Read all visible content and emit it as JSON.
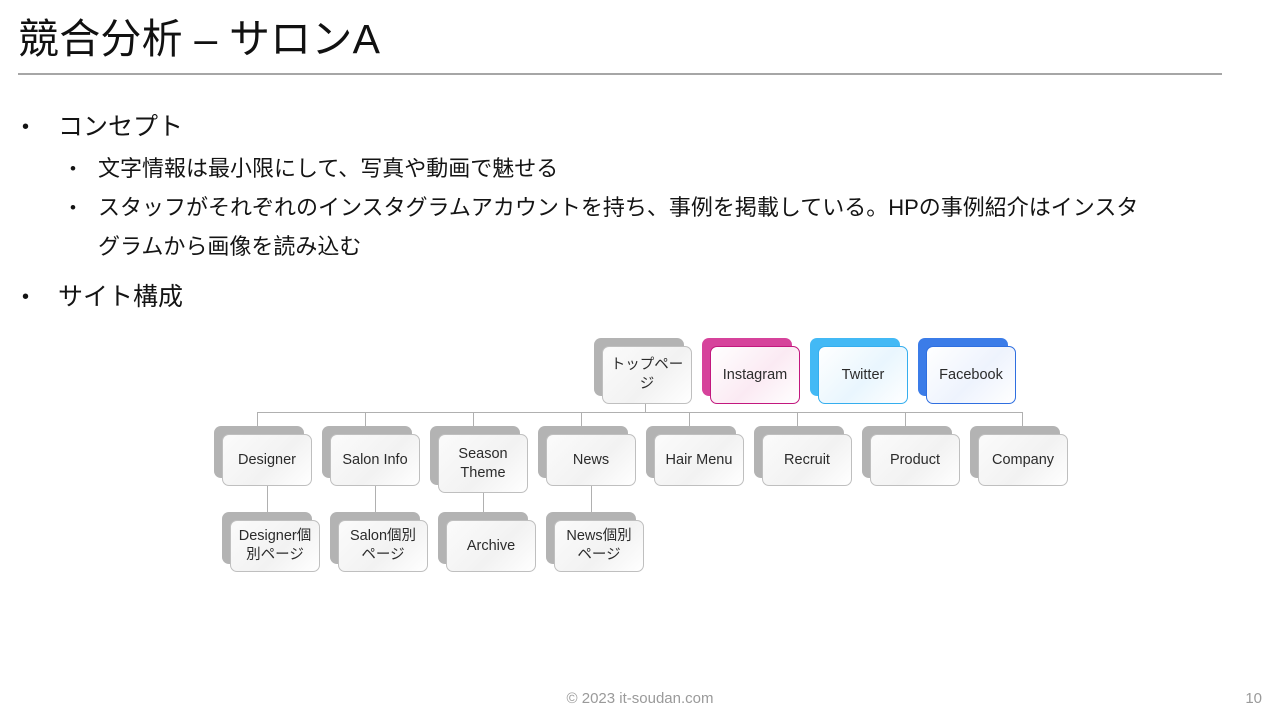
{
  "slide": {
    "title": "競合分析 – サロンA",
    "page_number": "10",
    "footer": "© 2023 it-soudan.com",
    "rule_color": "#a6a6a6"
  },
  "body": {
    "bullets": [
      {
        "level": 1,
        "text": "コンセプト"
      },
      {
        "level": 2,
        "text": "文字情報は最小限にして、写真や動画で魅せる"
      },
      {
        "level": 2,
        "line1": "スタッフがそれぞれのインスタグラムアカウントを持ち、事例を掲載している。HPの事例紹介はインスタ",
        "line2": "グラムから画像を読み込む"
      },
      {
        "level": 1,
        "text": "サイト構成"
      }
    ]
  },
  "sitemap": {
    "row1": [
      {
        "label": "トップページ",
        "accent": "#b3b3b3",
        "brand": "none"
      },
      {
        "label": "Instagram",
        "accent": "#d6439b",
        "brand": "instagram"
      },
      {
        "label": "Twitter",
        "accent": "#43b9f5",
        "brand": "twitter"
      },
      {
        "label": "Facebook",
        "accent": "#3b7ce8",
        "brand": "facebook"
      }
    ],
    "row2": [
      {
        "label": "Designer"
      },
      {
        "label": "Salon Info"
      },
      {
        "label": "Season Theme"
      },
      {
        "label": "News"
      },
      {
        "label": "Hair Menu"
      },
      {
        "label": "Recruit"
      },
      {
        "label": "Product"
      },
      {
        "label": "Company"
      }
    ],
    "row3": [
      {
        "label": "Designer個別ページ"
      },
      {
        "label": "Salon個別ページ"
      },
      {
        "label": "Archive"
      },
      {
        "label": "News個別ページ"
      }
    ]
  }
}
